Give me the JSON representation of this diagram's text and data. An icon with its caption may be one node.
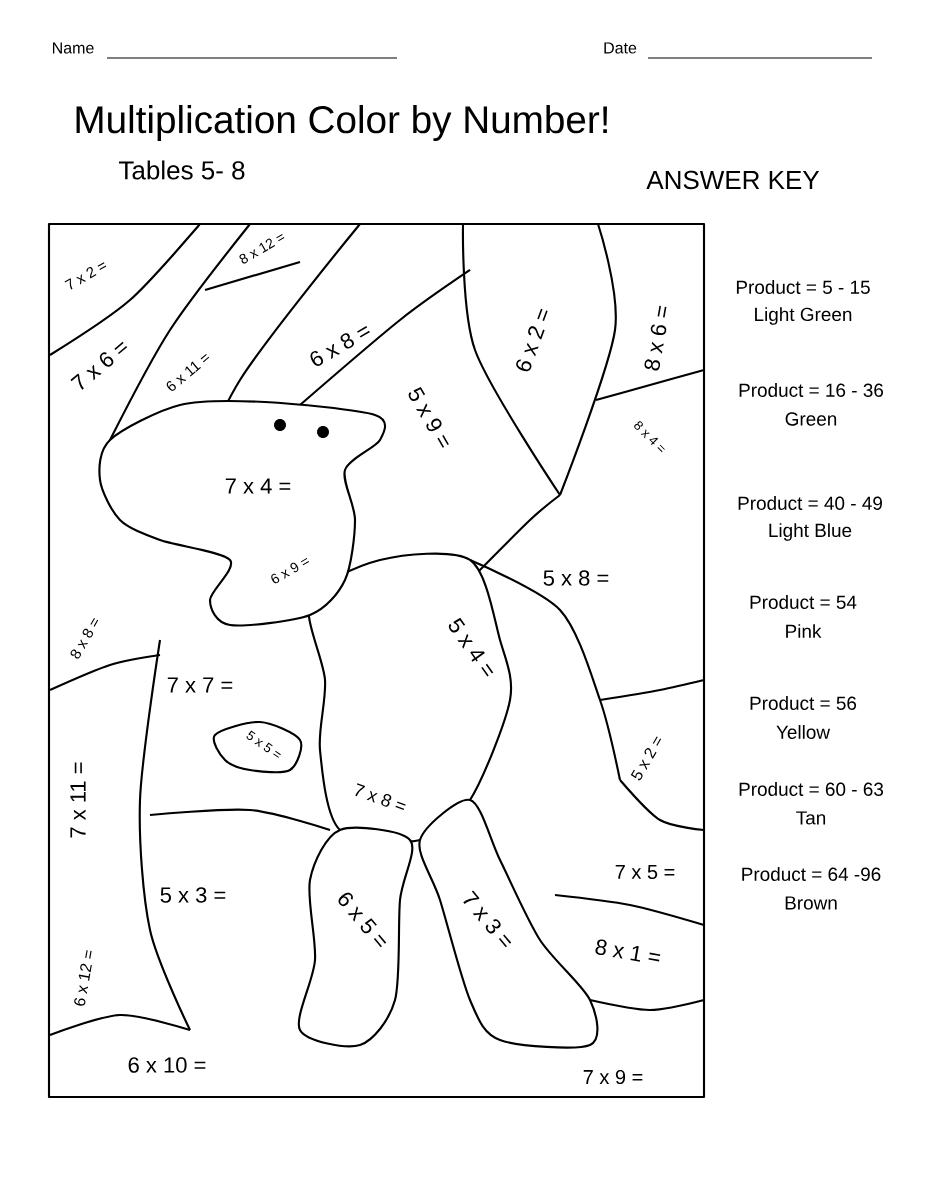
{
  "diagram": {
    "title": "Multiplication Color by Number!",
    "labels": [
      "Name",
      "Date",
      "Tables 5- 8",
      "ANSWER KEY",
      "7 x 2 =",
      "8 x 12 =",
      "7 x 6 =",
      "6 x 11 =",
      "6 x 8 =",
      "6 x 2 =",
      "8 x 6 =",
      "5 x 9 =",
      "8 x 4 =",
      "7 x 4 =",
      "6 x 9 =",
      "5 x 8 =",
      "8 x 8 =",
      "5 x 4 =",
      "7 x 7 =",
      "5 x 5 =",
      "5 x 2 =",
      "7 x 11 =",
      "7 x 8 =",
      "5 x 3 =",
      "7 x 5 =",
      "6 x 5 =",
      "7 x 3 =",
      "8 x 1 =",
      "6 x 12 =",
      "6 x 10 =",
      "7 x 9 =",
      "Product = 5 - 15",
      "Light Green",
      "Product = 16 - 36",
      "Green",
      "Product = 40 - 49",
      "Light Blue",
      "Product = 54",
      "Pink",
      "Product = 56",
      "Yellow",
      "Product = 60 - 63",
      "Tan",
      "Product = 64 -96",
      "Brown"
    ]
  }
}
